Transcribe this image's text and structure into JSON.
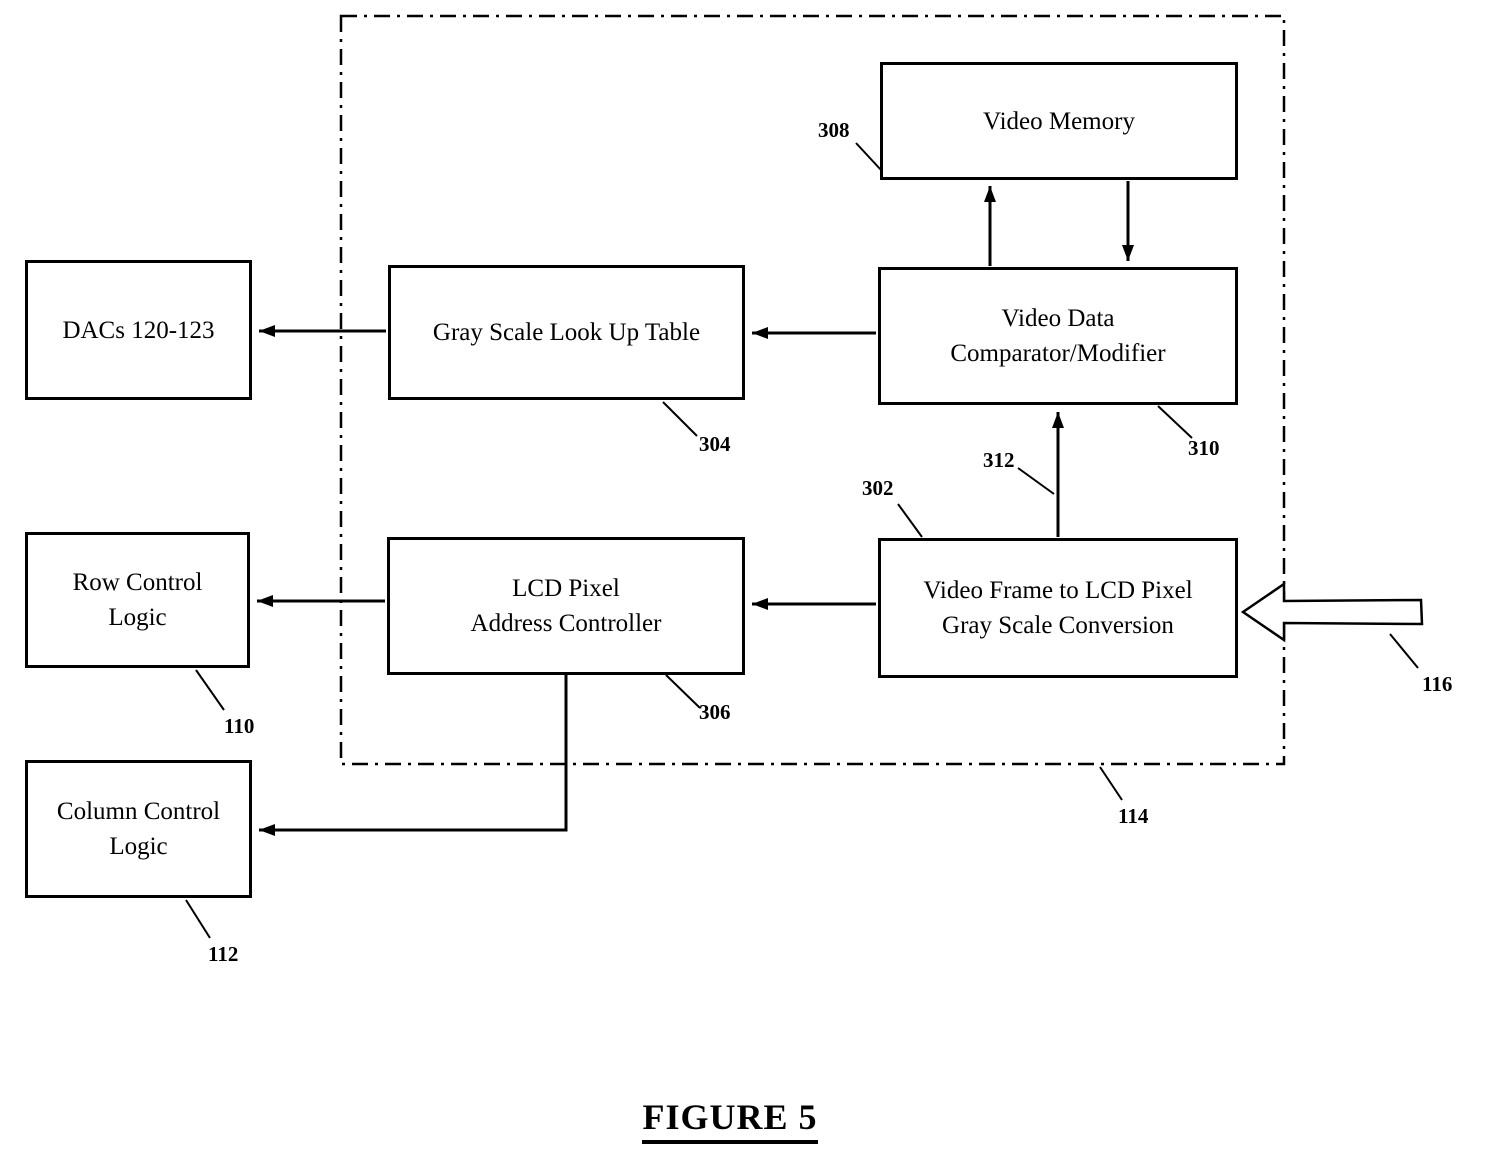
{
  "figure": {
    "title": "FIGURE 5"
  },
  "boxes": {
    "video_memory": {
      "label": "Video Memory",
      "ref": "308"
    },
    "video_data_comparator": {
      "label": "Video Data\nComparator/Modifier",
      "ref": "310"
    },
    "gray_scale_lut": {
      "label": "Gray Scale Look Up Table",
      "ref": "304"
    },
    "lcd_pixel_address_controller": {
      "label": "LCD Pixel\nAddress Controller",
      "ref": "306"
    },
    "video_frame_conversion": {
      "label": "Video Frame to LCD Pixel\nGray Scale Conversion",
      "ref": "302"
    },
    "dacs": {
      "label": "DACs 120-123"
    },
    "row_control": {
      "label": "Row Control\nLogic",
      "ref": "110"
    },
    "column_control": {
      "label": "Column Control\nLogic",
      "ref": "112"
    }
  },
  "refs": {
    "boundary": "114",
    "video_input": "116",
    "comparator_input_signal": "312"
  },
  "colors": {
    "line": "#000000",
    "background": "#ffffff"
  }
}
